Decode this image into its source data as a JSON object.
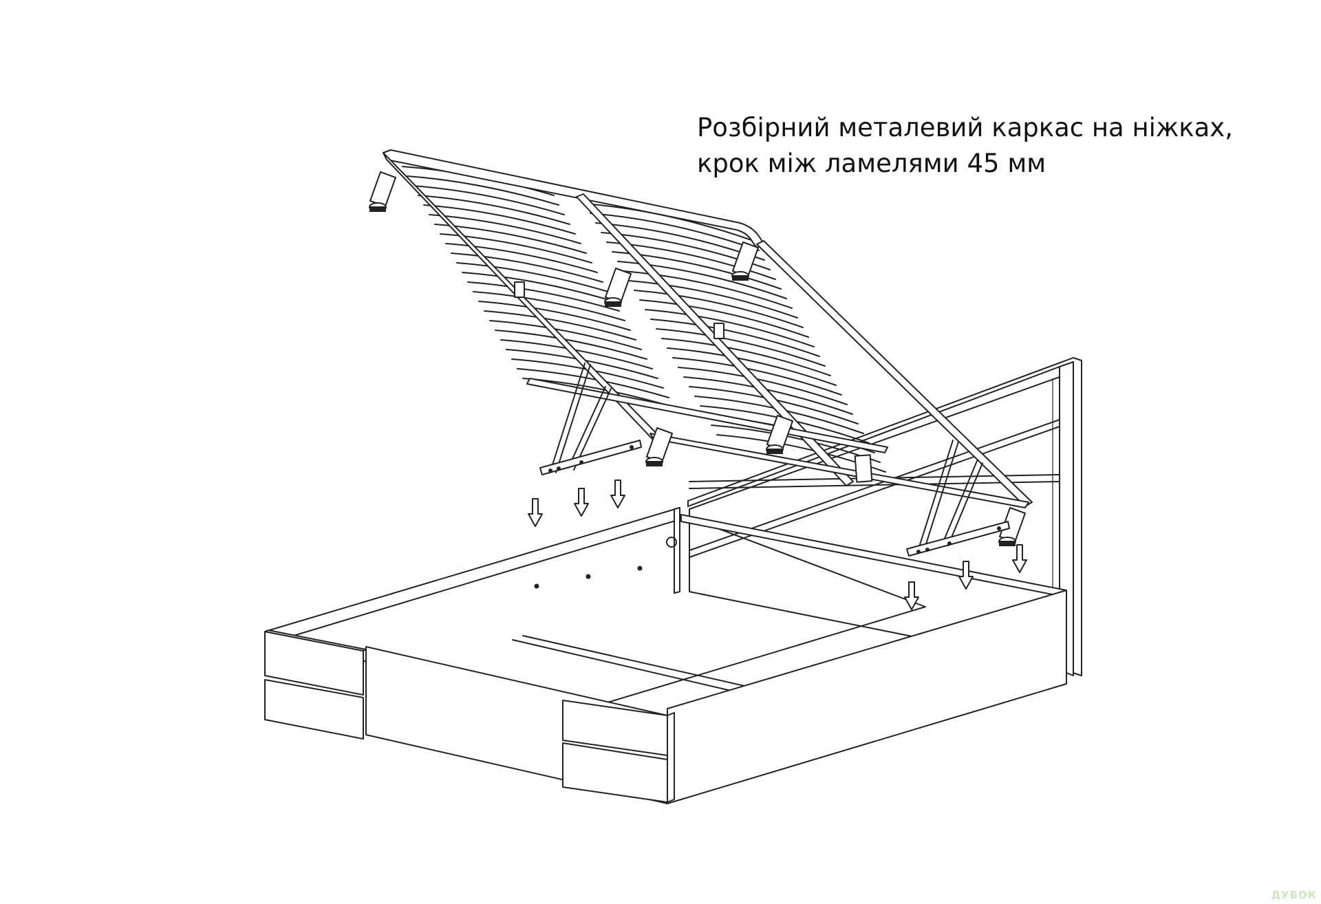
{
  "caption": {
    "line1": "Розбірний металевий каркас на ніжках,",
    "line2": "крок між ламелями 45 мм"
  },
  "watermark": "ДУБОК",
  "colors": {
    "line": "#222222",
    "background": "#ffffff",
    "watermark": "#c9e8b8"
  }
}
